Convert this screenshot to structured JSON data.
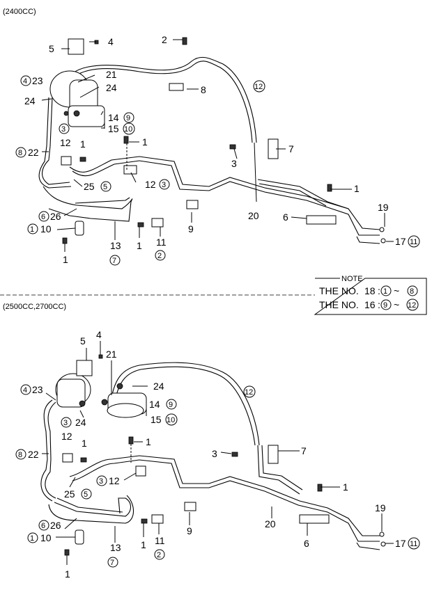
{
  "sections": [
    {
      "title": "(2400CC)"
    },
    {
      "title": "(2500CC,2700CC)"
    }
  ],
  "note": {
    "heading": "NOTE",
    "line1_prefix": "THE NO.",
    "line1_part": "18",
    "line1_from": "1",
    "line1_to": "8",
    "line2_prefix": "THE NO.",
    "line2_part": "16",
    "line2_from": "9",
    "line2_to": "12",
    "separator": ":",
    "range_symbol": "~"
  },
  "callouts_top": {
    "c2": "2",
    "c4": "4",
    "c5": "5",
    "c4c": "4",
    "c23": "23",
    "c21": "21",
    "c24a": "24",
    "c24b": "24",
    "c8": "8",
    "c12c": "12",
    "c14": "14",
    "c9c": "9",
    "c15": "15",
    "c10c": "10",
    "c3c": "3",
    "c8c": "8",
    "c22": "22",
    "c12": "12",
    "c1a": "1",
    "c1b": "1",
    "c3": "3",
    "c7": "7",
    "c25": "25",
    "c5c": "5",
    "c12b": "12",
    "c3c2": "3",
    "c1c": "1",
    "c6c": "6",
    "c26": "26",
    "c9": "9",
    "c20": "20",
    "c19": "19",
    "c6": "6",
    "c1c2": "1",
    "c10": "10",
    "c17": "17",
    "c11c": "11",
    "c13": "13",
    "c7c": "7",
    "c1d": "1",
    "c11": "11",
    "c2c": "2",
    "c1e": "1"
  },
  "callouts_bottom": {
    "c5": "5",
    "c4": "4",
    "c21": "21",
    "c24a": "24",
    "c12c": "12",
    "c4c": "4",
    "c23": "23",
    "c14": "14",
    "c9c": "9",
    "c3c": "3",
    "c24b": "24",
    "c15": "15",
    "c10c": "10",
    "c12": "12",
    "c1a": "1",
    "c1b": "1",
    "c8c": "8",
    "c22": "22",
    "c3": "3",
    "c7": "7",
    "c3c2": "3",
    "c12b": "12",
    "c25": "25",
    "c5c": "5",
    "c1c": "1",
    "c19": "19",
    "c6c": "6",
    "c26": "26",
    "c13": "13",
    "c9": "9",
    "c20": "20",
    "c1c2": "1",
    "c10": "10",
    "c1d": "1",
    "c11": "11",
    "c2c": "2",
    "c7c": "7",
    "c6": "6",
    "c17": "17",
    "c11c": "11",
    "c1e": "1"
  }
}
